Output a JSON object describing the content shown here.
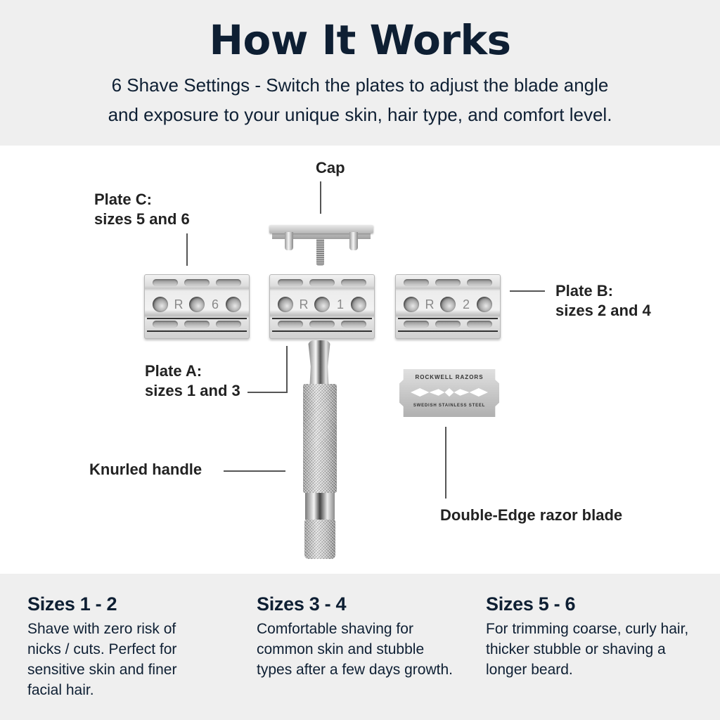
{
  "header": {
    "title": "How It Works",
    "subtitle_line1": "6 Shave Settings - Switch the plates to adjust the blade angle",
    "subtitle_line2": "and exposure to your unique skin, hair type, and comfort level."
  },
  "diagram": {
    "labels": {
      "cap": "Cap",
      "plate_c_title": "Plate C:",
      "plate_c_sizes": "sizes 5 and 6",
      "plate_b_title": "Plate B:",
      "plate_b_sizes": "sizes 2 and 4",
      "plate_a_title": "Plate A:",
      "plate_a_sizes": "sizes 1 and 3",
      "handle": "Knurled handle",
      "blade": "Double-Edge razor blade"
    },
    "plates": [
      {
        "id": "C",
        "brand_mark": "R",
        "setting_mark": "6"
      },
      {
        "id": "A",
        "brand_mark": "R",
        "setting_mark": "1"
      },
      {
        "id": "B",
        "brand_mark": "R",
        "setting_mark": "2"
      }
    ],
    "blade": {
      "brand": "ROCKWELL RAZORS",
      "material": "SWEDISH STAINLESS STEEL"
    }
  },
  "sizes": [
    {
      "title": "Sizes 1 - 2",
      "description": "Shave with zero risk of nicks / cuts. Perfect for sensitive skin and finer facial hair."
    },
    {
      "title": "Sizes 3 - 4",
      "description": "Comfortable shaving for common skin and stubble types after a few days growth."
    },
    {
      "title": "Sizes 5 - 6",
      "description": "For trimming coarse, curly hair, thicker stubble or shaving a longer beard."
    }
  ],
  "colors": {
    "text_navy": "#0e1f33",
    "band_gray": "#efefef",
    "label_dark": "#222222"
  }
}
